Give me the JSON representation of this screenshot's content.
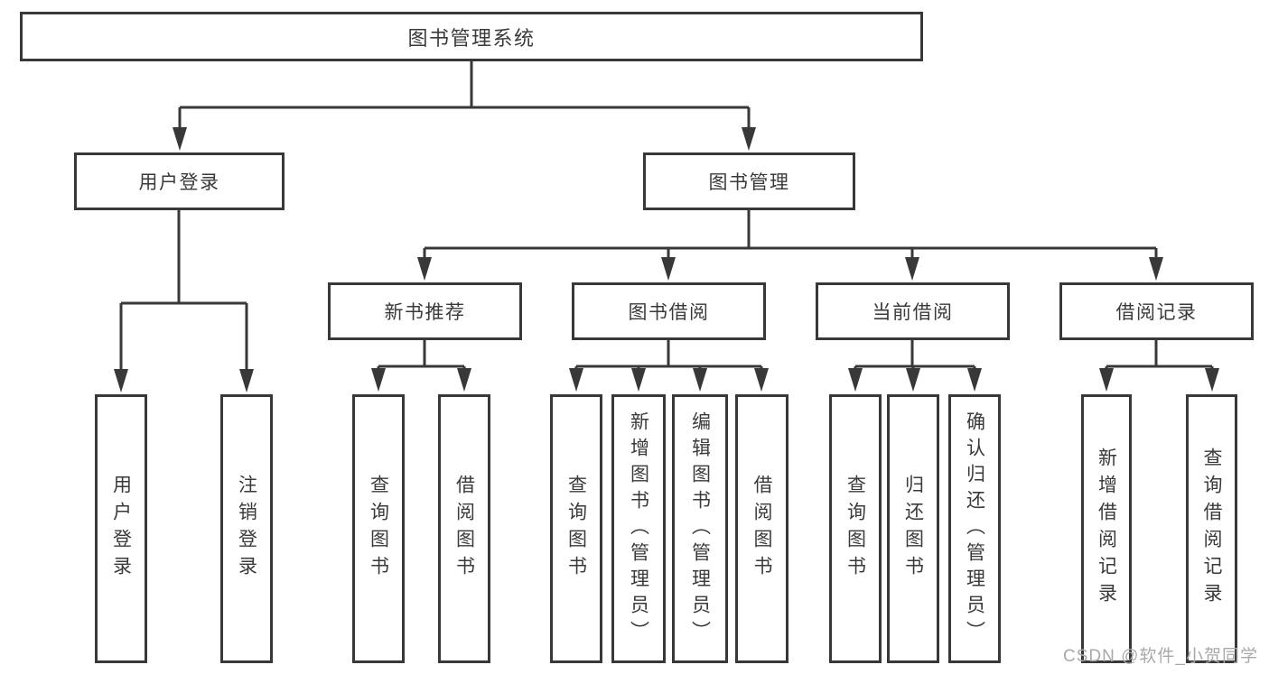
{
  "diagram": {
    "root": {
      "label": "图书管理系统"
    },
    "branches": [
      {
        "label": "用户登录",
        "children": [
          {
            "label": "用户登录"
          },
          {
            "label": "注销登录"
          }
        ]
      },
      {
        "label": "图书管理",
        "children": [
          {
            "label": "新书推荐",
            "children": [
              {
                "label": "查询图书"
              },
              {
                "label": "借阅图书"
              }
            ]
          },
          {
            "label": "图书借阅",
            "children": [
              {
                "label": "查询图书"
              },
              {
                "label": "新增图书（管理员）"
              },
              {
                "label": "编辑图书（管理员）"
              },
              {
                "label": "借阅图书"
              }
            ]
          },
          {
            "label": "当前借阅",
            "children": [
              {
                "label": "查询图书"
              },
              {
                "label": "归还图书"
              },
              {
                "label": "确认归还（管理员）"
              }
            ]
          },
          {
            "label": "借阅记录",
            "children": [
              {
                "label": "新增借阅记录"
              },
              {
                "label": "查询借阅记录"
              }
            ]
          }
        ]
      }
    ]
  },
  "watermark": {
    "text": "CSDN @软件_小贺同学"
  },
  "colors": {
    "line": "#383838",
    "box_border": "#383838",
    "text": "#3a3a3a",
    "watermark_text": "#a9a9a9",
    "background": "#ffffff"
  }
}
